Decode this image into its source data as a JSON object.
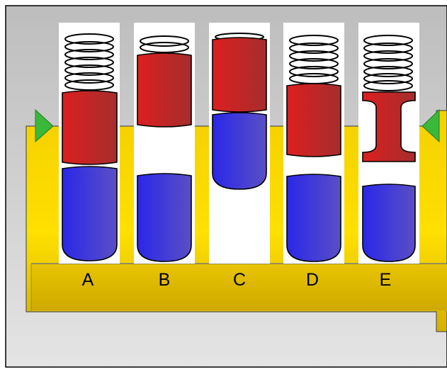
{
  "pins": [
    {
      "label": "A",
      "driver_pin": "standard",
      "state": "spring-compressed"
    },
    {
      "label": "B",
      "driver_pin": "standard",
      "state": "gap-at-shear-line"
    },
    {
      "label": "C",
      "driver_pin": "standard",
      "state": "overlifted"
    },
    {
      "label": "D",
      "driver_pin": "standard",
      "state": "slight-gap"
    },
    {
      "label": "E",
      "driver_pin": "spool",
      "state": "spool-at-shear-line"
    }
  ],
  "colors": {
    "background_top": "#c4c4c4",
    "background_bottom": "#e6e6e6",
    "plug": "#f2cf00",
    "plug_light": "#ffe000",
    "plug_dark": "#c9a800",
    "chamber": "#ffffff",
    "driver_pin": "#d02020",
    "key_pin": "#3030d8",
    "spring": "#000000",
    "shear_marker": "#3ab83a"
  },
  "icons": {
    "shear_marker_left": "triangle-right-icon",
    "shear_marker_right": "triangle-left-icon"
  }
}
